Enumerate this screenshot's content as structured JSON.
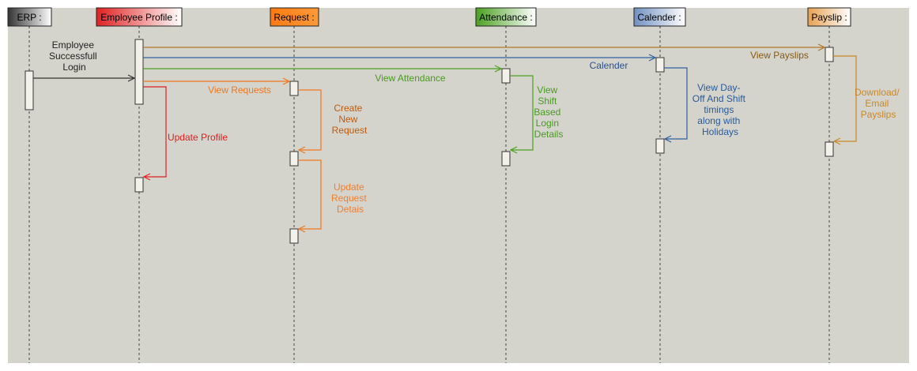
{
  "participants": {
    "erp": "ERP :",
    "employee_profile": "Employee Profile :",
    "request": "Request :",
    "attendance": "Attendance :",
    "calender": "Calender :",
    "payslip": "Payslip :"
  },
  "messages": {
    "login": [
      "Employee",
      "Successfull",
      "Login"
    ],
    "view_requests": "View Requests",
    "create_request": [
      "Create",
      "New",
      "Request"
    ],
    "update_request": [
      "Update",
      "Request",
      "Detais"
    ],
    "update_profile": "Update Profile",
    "view_attendance": "View Attendance",
    "attendance_detail": [
      "View",
      "Shift",
      "Based",
      "Login",
      "Details"
    ],
    "calender": "Calender",
    "calender_detail": [
      "View Day-",
      "Off And Shift",
      "timings",
      "along with",
      "Holidays"
    ],
    "view_payslips": "View Payslips",
    "payslip_detail": [
      "Download/",
      "Email",
      "Payslips"
    ]
  },
  "colors": {
    "background": "#d4d4cc",
    "erp": "#333333",
    "employee_profile": "#e02020",
    "request": "#ff7a10",
    "attendance": "#4aa020",
    "calender": "#3060a0",
    "payslip": "#c8882a",
    "payslip_text": "#8a5a10",
    "create_text": "#c05a10"
  }
}
